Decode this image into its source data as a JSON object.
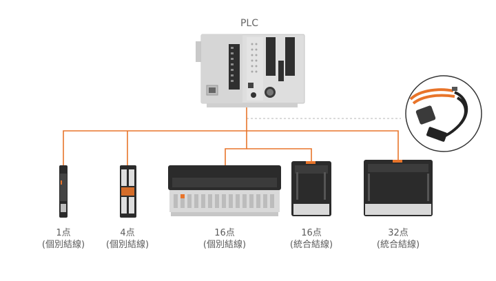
{
  "plc": {
    "label": "PLC"
  },
  "colors": {
    "wire": "#e8742a",
    "cable": "#e8742a",
    "dashed": "#b5b5b5",
    "device_dark": "#2b2b2b",
    "terminal_gray": "#cfcfcf",
    "plc_body": "#dcdcdc"
  },
  "devices": [
    {
      "count": "1点",
      "wiring": "(個別結線)"
    },
    {
      "count": "4点",
      "wiring": "(個別結線)"
    },
    {
      "count": "16点",
      "wiring": "(個別結線)"
    },
    {
      "count": "16点",
      "wiring": "(統合結線)"
    },
    {
      "count": "32点",
      "wiring": "(統合結線)"
    }
  ],
  "icons": {
    "plc": "plc-unit-icon",
    "cable": "connector-cable-icon"
  }
}
